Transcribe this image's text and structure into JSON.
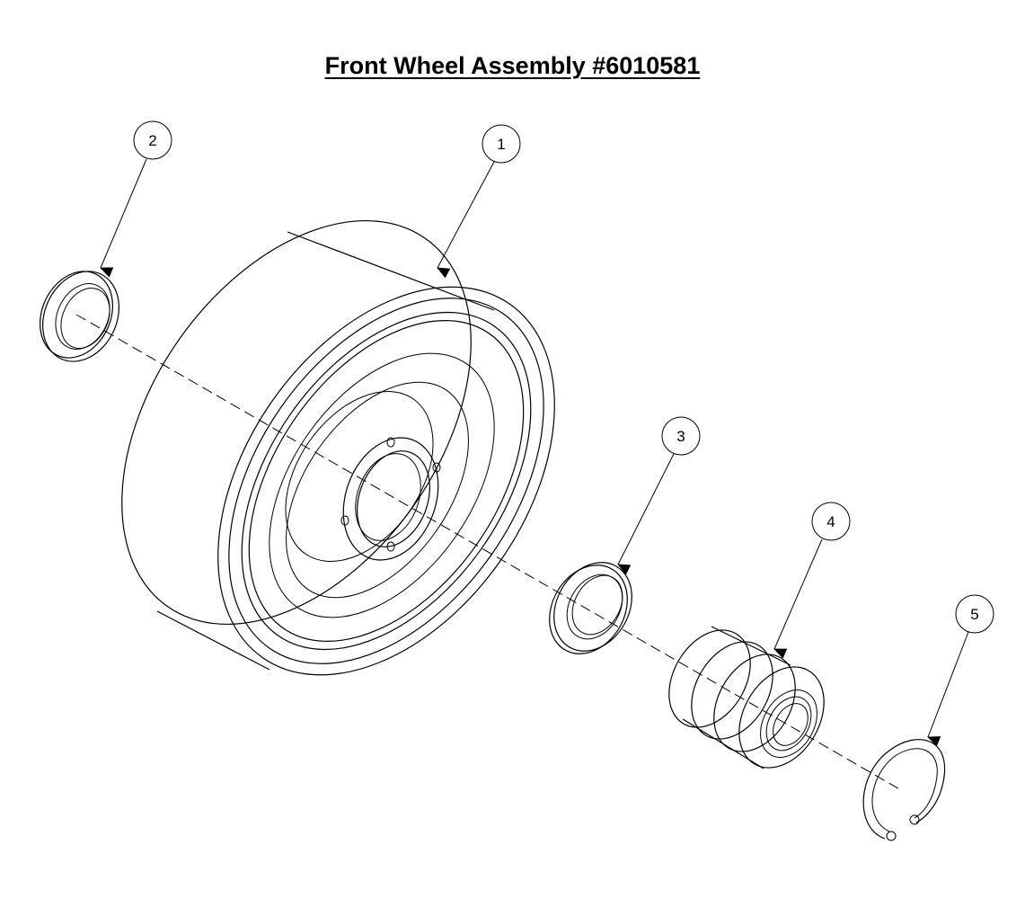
{
  "title": "Front Wheel Assembly #6010581",
  "callouts": [
    {
      "id": "1",
      "label": "1"
    },
    {
      "id": "2",
      "label": "2"
    },
    {
      "id": "3",
      "label": "3"
    },
    {
      "id": "4",
      "label": "4"
    },
    {
      "id": "5",
      "label": "5"
    }
  ],
  "line_color": "#000000",
  "background": "#ffffff"
}
